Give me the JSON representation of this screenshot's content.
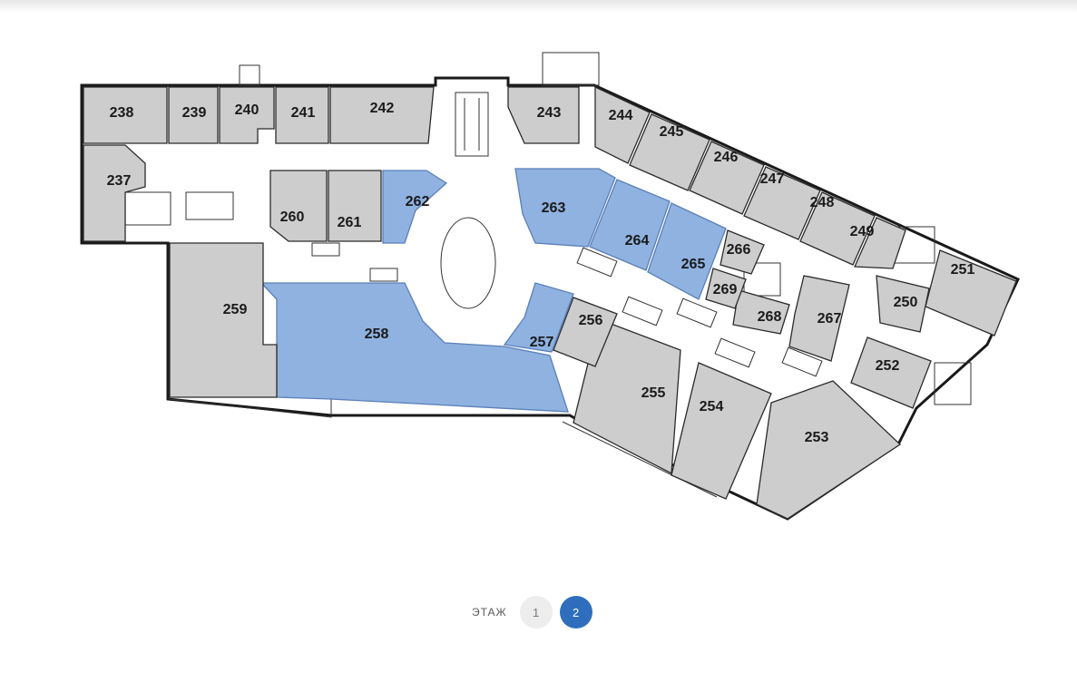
{
  "floor_switch": {
    "label": "ЭТАЖ",
    "floors": [
      {
        "number": "1",
        "active": false
      },
      {
        "number": "2",
        "active": true
      }
    ]
  },
  "colors": {
    "vacant": "#cdcdcd",
    "selected": "#8fb2e0",
    "active_floor": "#2e6ebd"
  },
  "units": [
    {
      "id": "238",
      "label": "238",
      "status": "vacant"
    },
    {
      "id": "239",
      "label": "239",
      "status": "vacant"
    },
    {
      "id": "240",
      "label": "240",
      "status": "vacant"
    },
    {
      "id": "241",
      "label": "241",
      "status": "vacant"
    },
    {
      "id": "242",
      "label": "242",
      "status": "vacant"
    },
    {
      "id": "243",
      "label": "243",
      "status": "vacant"
    },
    {
      "id": "244",
      "label": "244",
      "status": "vacant"
    },
    {
      "id": "245",
      "label": "245",
      "status": "vacant"
    },
    {
      "id": "246",
      "label": "246",
      "status": "vacant"
    },
    {
      "id": "247",
      "label": "247",
      "status": "vacant"
    },
    {
      "id": "248",
      "label": "248",
      "status": "vacant"
    },
    {
      "id": "249",
      "label": "249",
      "status": "vacant"
    },
    {
      "id": "250",
      "label": "250",
      "status": "vacant"
    },
    {
      "id": "251",
      "label": "251",
      "status": "vacant"
    },
    {
      "id": "252",
      "label": "252",
      "status": "vacant"
    },
    {
      "id": "253",
      "label": "253",
      "status": "vacant"
    },
    {
      "id": "254",
      "label": "254",
      "status": "vacant"
    },
    {
      "id": "255",
      "label": "255",
      "status": "vacant"
    },
    {
      "id": "256",
      "label": "256",
      "status": "vacant"
    },
    {
      "id": "257",
      "label": "257",
      "status": "selected"
    },
    {
      "id": "258",
      "label": "258",
      "status": "selected"
    },
    {
      "id": "259",
      "label": "259",
      "status": "vacant"
    },
    {
      "id": "260",
      "label": "260",
      "status": "vacant"
    },
    {
      "id": "261",
      "label": "261",
      "status": "vacant"
    },
    {
      "id": "262",
      "label": "262",
      "status": "selected"
    },
    {
      "id": "263",
      "label": "263",
      "status": "selected"
    },
    {
      "id": "264",
      "label": "264",
      "status": "selected"
    },
    {
      "id": "265",
      "label": "265",
      "status": "selected"
    },
    {
      "id": "266",
      "label": "266",
      "status": "vacant"
    },
    {
      "id": "267",
      "label": "267",
      "status": "vacant"
    },
    {
      "id": "268",
      "label": "268",
      "status": "vacant"
    },
    {
      "id": "269",
      "label": "269",
      "status": "vacant"
    },
    {
      "id": "237",
      "label": "237",
      "status": "vacant"
    }
  ]
}
